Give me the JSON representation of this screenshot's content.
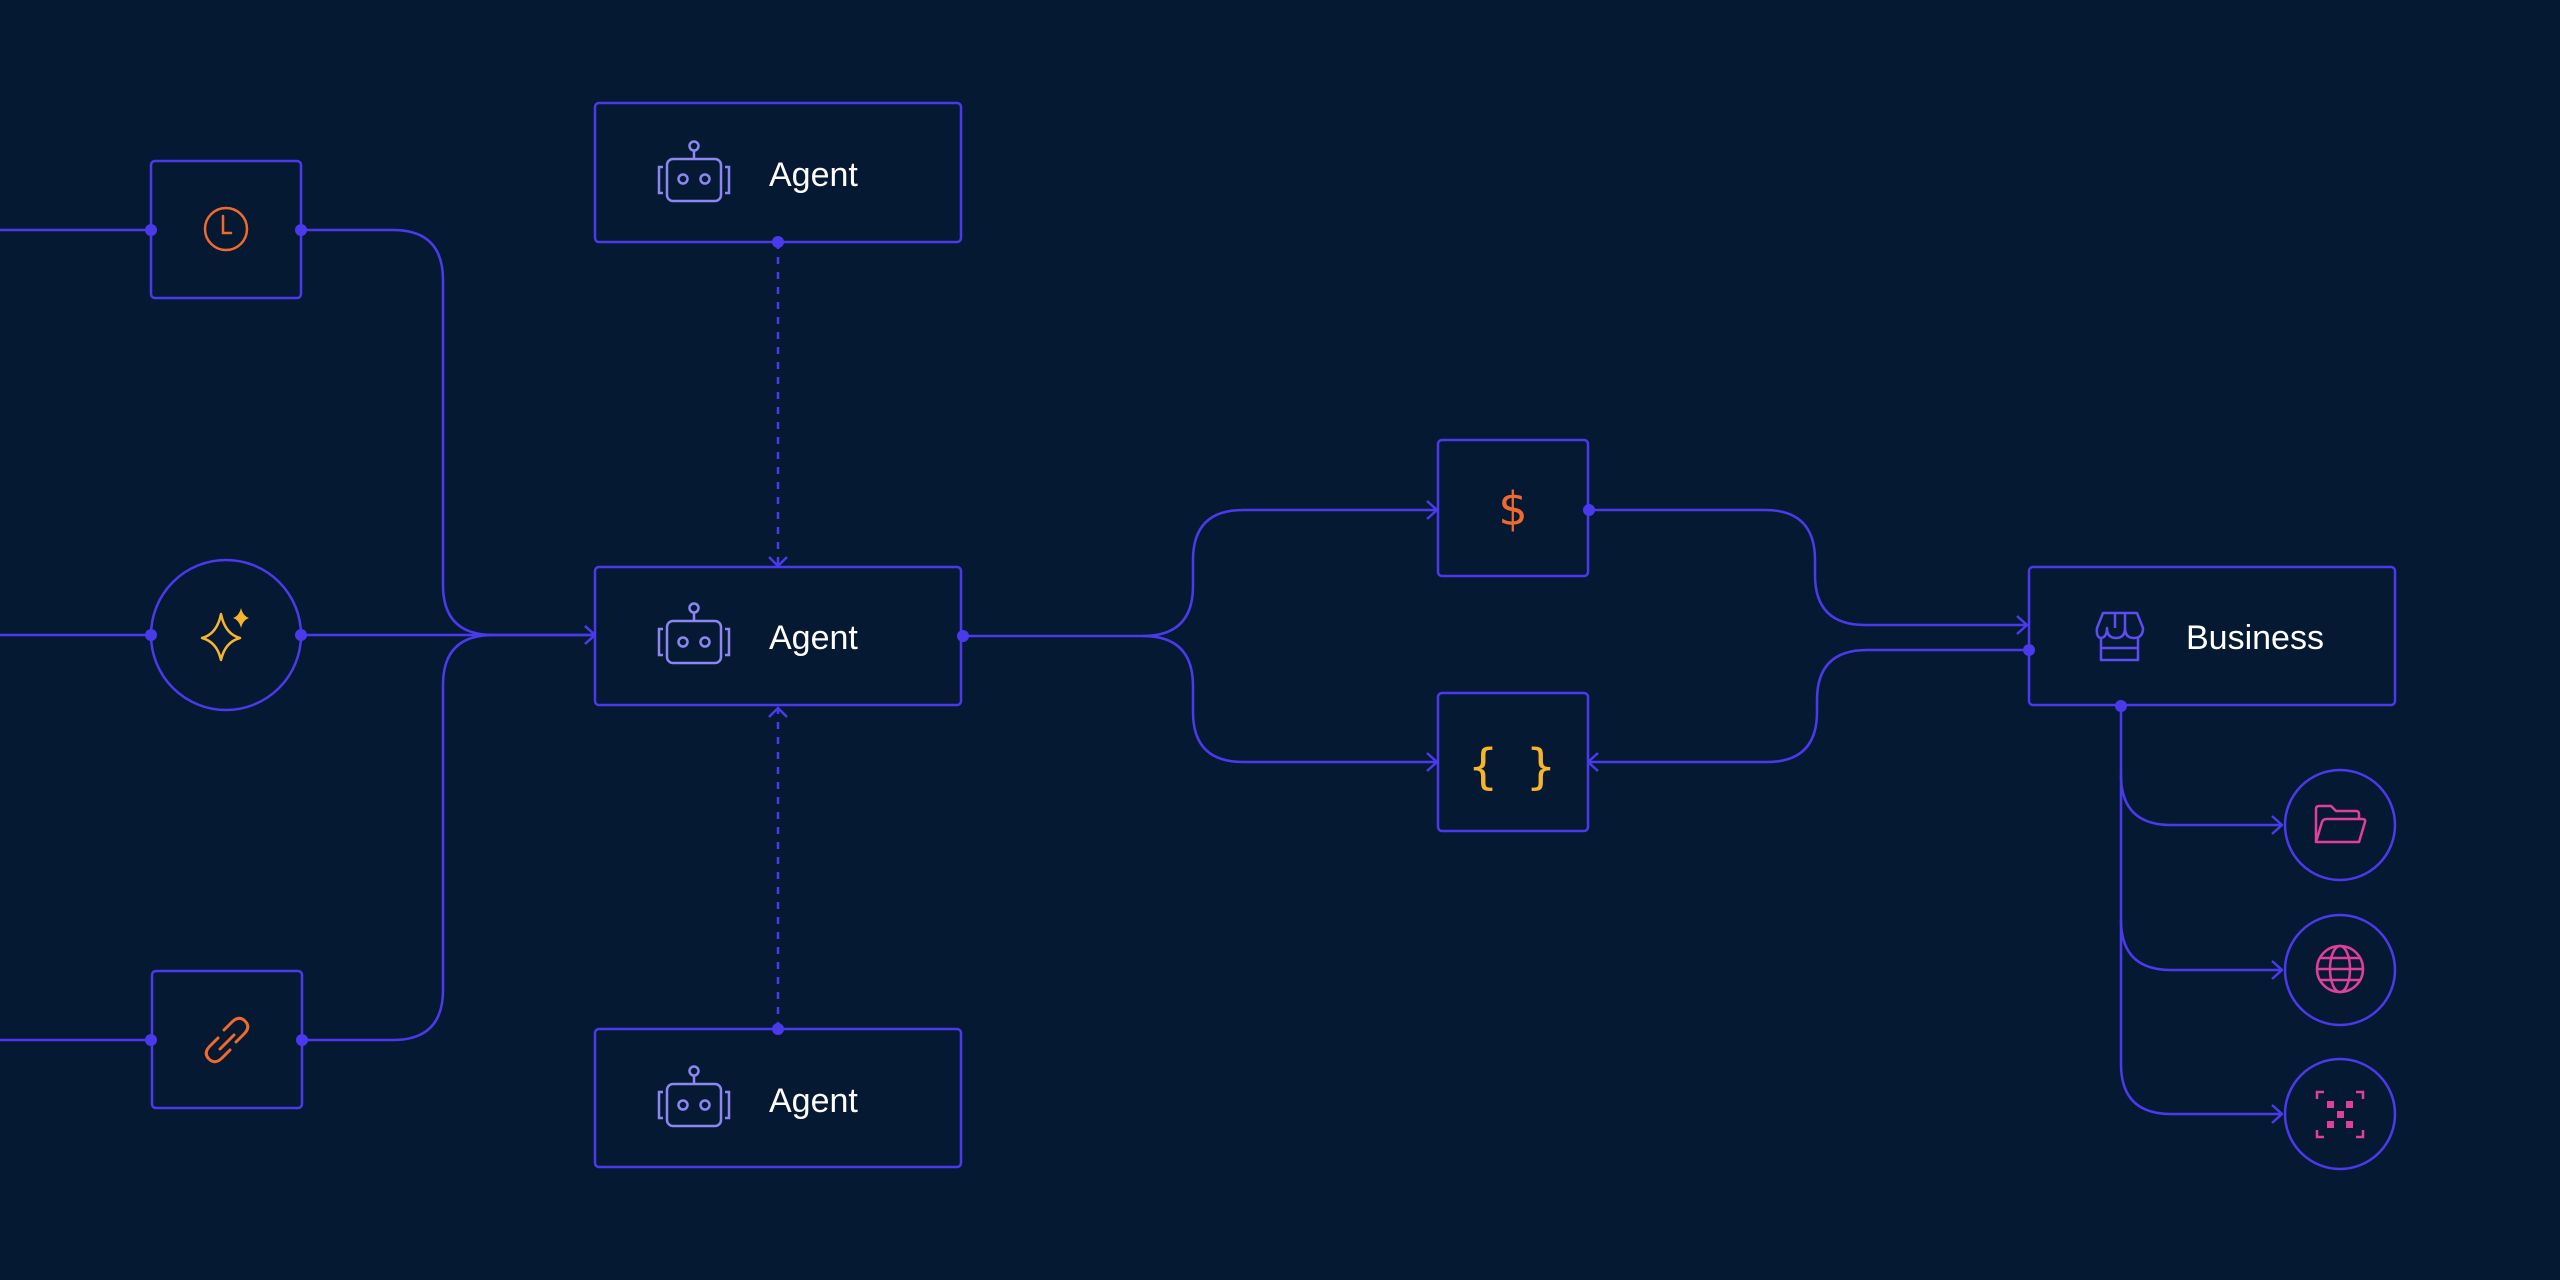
{
  "colors": {
    "background": "#061933",
    "line": "#4a3aec",
    "orange": "#f06a2b",
    "yellow": "#f7b42c",
    "magenta": "#e0409c",
    "agent_icon": "#8b86f0",
    "text": "#ffffff"
  },
  "nodes": {
    "agent_top": {
      "label": "Agent",
      "icon": "robot-icon"
    },
    "agent_main": {
      "label": "Agent",
      "icon": "robot-icon"
    },
    "agent_bottom": {
      "label": "Agent",
      "icon": "robot-icon"
    },
    "business": {
      "label": "Business",
      "icon": "storefront-icon"
    },
    "trigger_schedule": {
      "icon": "clock-icon"
    },
    "trigger_ai": {
      "icon": "sparkle-icon"
    },
    "trigger_link": {
      "icon": "link-icon"
    },
    "payment": {
      "icon": "dollar-icon",
      "glyph": "$"
    },
    "code": {
      "icon": "braces-icon",
      "glyph": "{ }"
    },
    "output_folder": {
      "icon": "folder-icon"
    },
    "output_globe": {
      "icon": "globe-icon"
    },
    "output_scan": {
      "icon": "qr-scan-icon"
    }
  }
}
